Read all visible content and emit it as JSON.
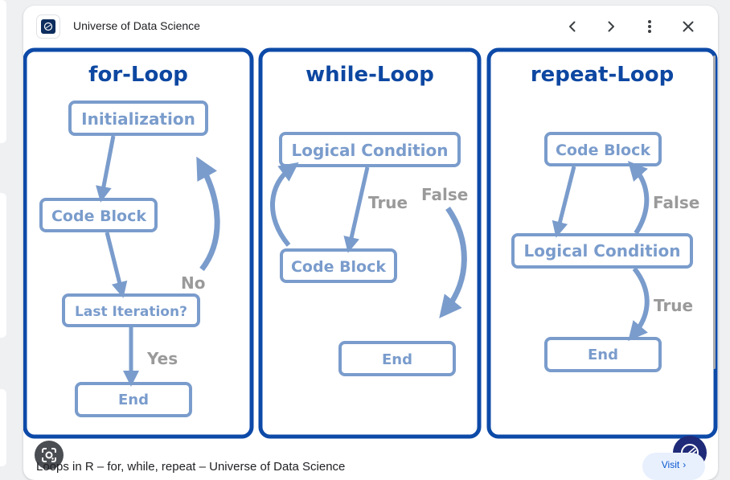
{
  "header": {
    "site_name": "Universe of Data Science"
  },
  "diagram": {
    "for_loop": {
      "title": "for-Loop",
      "initialization": "Initialization",
      "code_block": "Code Block",
      "last_iteration": "Last Iteration?",
      "end": "End",
      "no_label": "No",
      "yes_label": "Yes"
    },
    "while_loop": {
      "title": "while-Loop",
      "logical_condition": "Logical Condition",
      "code_block": "Code Block",
      "end": "End",
      "true_label": "True",
      "false_label": "False"
    },
    "repeat_loop": {
      "title": "repeat-Loop",
      "code_block": "Code Block",
      "logical_condition": "Logical Condition",
      "end": "End",
      "false_label": "False",
      "true_label": "True"
    }
  },
  "footer": {
    "caption": "Loops in R – for, while, repeat – Universe of Data Science",
    "visit_label": "Visit"
  },
  "icons": {
    "back": "chevron-left-icon",
    "forward": "chevron-right-icon",
    "more": "more-vert-icon",
    "close": "close-icon",
    "lens": "google-lens-icon",
    "badge": "site-logo-icon"
  },
  "colors": {
    "frame_blue": "#0d4aa8",
    "title_blue": "#0d47a1",
    "box_blue": "#7a9ccc",
    "label_gray": "#9a9a9a"
  }
}
